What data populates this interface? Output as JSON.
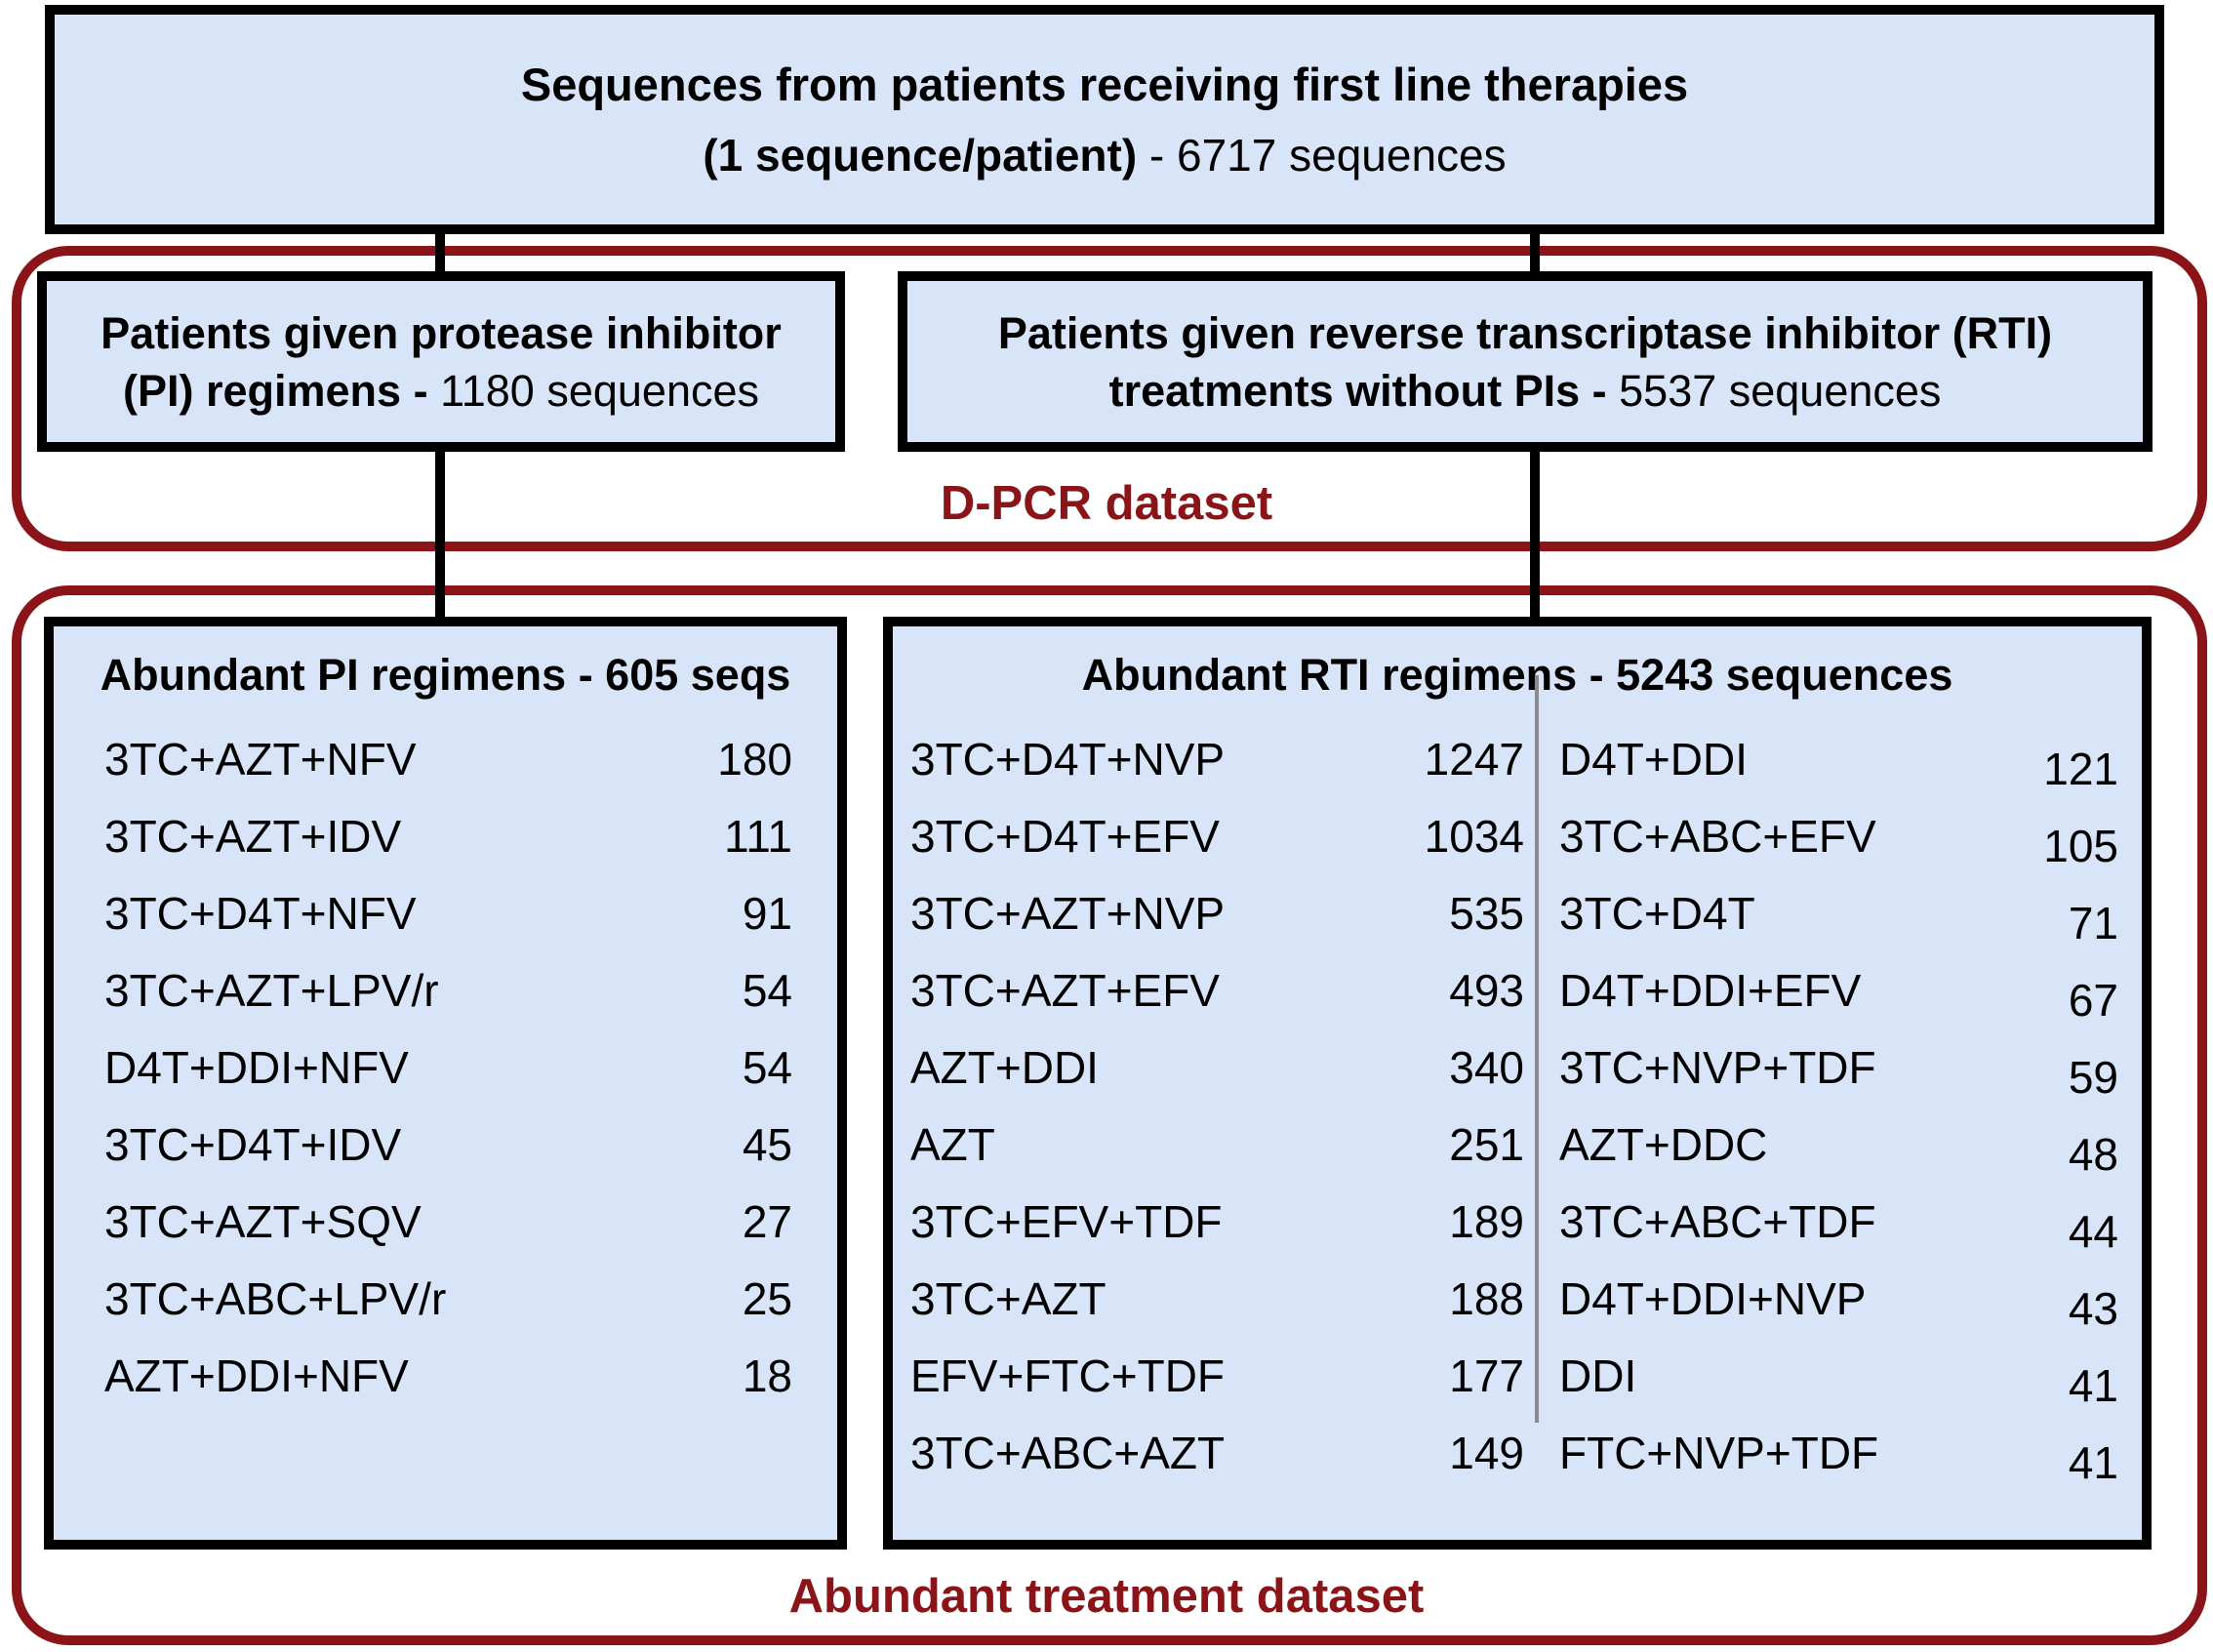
{
  "colors": {
    "box_fill": "#D8E4F8",
    "border_black": "#000000",
    "maroon": "#8B1418",
    "divider_gray": "#8a8a8a"
  },
  "top_box": {
    "line1": "Sequences from patients receiving first line therapies",
    "line2_bold": "(1 sequence/patient)",
    "line2_regular": " - 6717 sequences"
  },
  "pi_box": {
    "line1": "Patients given protease inhibitor",
    "line2_bold": "(PI) regimens  -",
    "line2_regular": " 1180 sequences"
  },
  "rti_box": {
    "line1": "Patients given reverse transcriptase inhibitor (RTI)",
    "line2_bold": "treatments without PIs -",
    "line2_regular": " 5537 sequences"
  },
  "dpcr_label": "D-PCR dataset",
  "abundant_label": "Abundant treatment dataset",
  "abundant_pi": {
    "header": "Abundant PI regimens - 605 seqs",
    "rows": [
      {
        "regimen": "3TC+AZT+NFV",
        "count": "180"
      },
      {
        "regimen": "3TC+AZT+IDV",
        "count": "111"
      },
      {
        "regimen": "3TC+D4T+NFV",
        "count": "91"
      },
      {
        "regimen": "3TC+AZT+LPV/r",
        "count": "54"
      },
      {
        "regimen": "D4T+DDI+NFV",
        "count": "54"
      },
      {
        "regimen": "3TC+D4T+IDV",
        "count": "45"
      },
      {
        "regimen": "3TC+AZT+SQV",
        "count": "27"
      },
      {
        "regimen": "3TC+ABC+LPV/r",
        "count": "25"
      },
      {
        "regimen": "AZT+DDI+NFV",
        "count": "18"
      }
    ]
  },
  "abundant_rti": {
    "header": "Abundant RTI regimens - 5243 sequences",
    "left_rows": [
      {
        "regimen": "3TC+D4T+NVP",
        "count": "1247"
      },
      {
        "regimen": "3TC+D4T+EFV",
        "count": "1034"
      },
      {
        "regimen": "3TC+AZT+NVP",
        "count": "535"
      },
      {
        "regimen": "3TC+AZT+EFV",
        "count": "493"
      },
      {
        "regimen": "AZT+DDI",
        "count": "340"
      },
      {
        "regimen": "AZT",
        "count": "251"
      },
      {
        "regimen": "3TC+EFV+TDF",
        "count": "189"
      },
      {
        "regimen": "3TC+AZT",
        "count": "188"
      },
      {
        "regimen": "EFV+FTC+TDF",
        "count": "177"
      },
      {
        "regimen": "3TC+ABC+AZT",
        "count": "149"
      }
    ],
    "right_rows": [
      {
        "regimen": "D4T+DDI",
        "count": "121"
      },
      {
        "regimen": "3TC+ABC+EFV",
        "count": "105"
      },
      {
        "regimen": "3TC+D4T",
        "count": "71"
      },
      {
        "regimen": "D4T+DDI+EFV",
        "count": "67"
      },
      {
        "regimen": "3TC+NVP+TDF",
        "count": "59"
      },
      {
        "regimen": "AZT+DDC",
        "count": "48"
      },
      {
        "regimen": "3TC+ABC+TDF",
        "count": "44"
      },
      {
        "regimen": "D4T+DDI+NVP",
        "count": "43"
      },
      {
        "regimen": "DDI",
        "count": "41"
      },
      {
        "regimen": "FTC+NVP+TDF",
        "count": "41"
      }
    ]
  }
}
